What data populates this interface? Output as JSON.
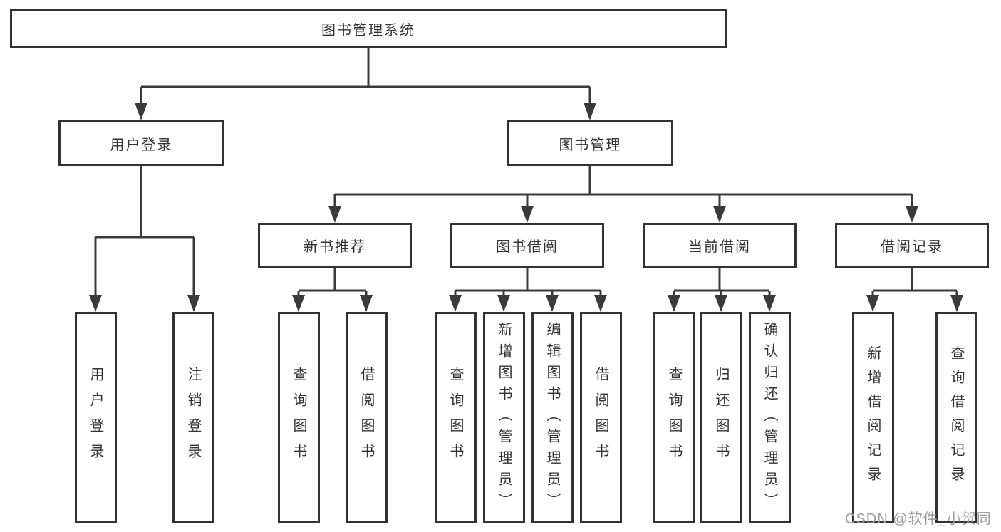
{
  "tree": {
    "root": "图书管理系统",
    "level2": [
      "用户登录",
      "图书管理"
    ],
    "level3": [
      "新书推荐",
      "图书借阅",
      "当前借阅",
      "借阅记录"
    ],
    "leaves": [
      "用户登录",
      "注销登录",
      "查询图书",
      "借阅图书",
      "查询图书",
      "新增图书（管理员）",
      "编辑图书（管理员）",
      "借阅图书",
      "查询图书",
      "归还图书",
      "确认归还（管理员）",
      "新增借阅记录",
      "查询借阅记录"
    ]
  },
  "watermark": "CSDN @软件_小贺同学",
  "colors": {
    "line": "#3a3a3a",
    "border": "#323232",
    "text": "#333333",
    "bg": "#ffffff",
    "watermark": "#9c9c9c"
  }
}
